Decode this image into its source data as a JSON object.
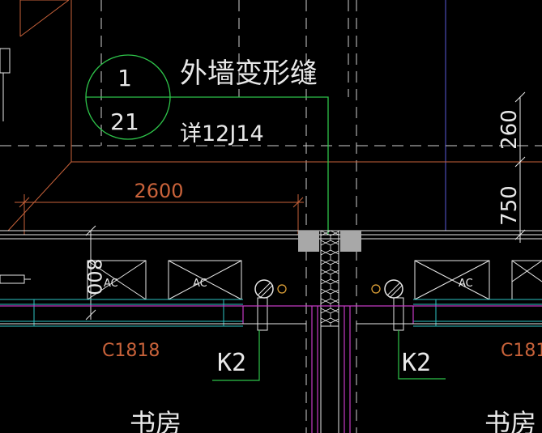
{
  "detail_callout": {
    "number": "1",
    "sheet": "21"
  },
  "note": {
    "title": "外墙变形缝",
    "reference": "详12J14"
  },
  "dimensions": {
    "width": "2600",
    "height_left": "800",
    "right_upper": "260",
    "right_lower": "750"
  },
  "ac_label": "AC",
  "window_left": "C1818",
  "window_right": "C181",
  "switch_left": "K2",
  "switch_right": "K2",
  "room_left": "书房",
  "room_right": "书房",
  "colors": {
    "background": "#000000",
    "wall": "#c8623a",
    "text": "#e8e8e8",
    "callout": "#2ec44a",
    "window": "#2ec4c4",
    "pipe": "#c43ac4",
    "axis": "#5a5ad8"
  }
}
